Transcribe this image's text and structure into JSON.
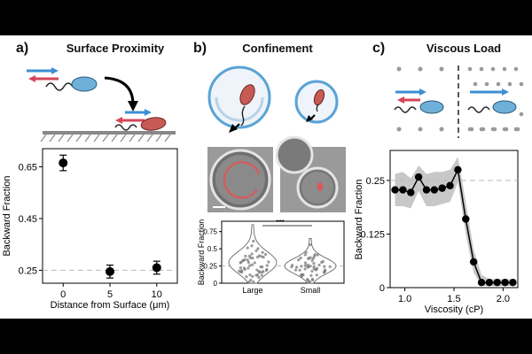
{
  "panels": {
    "a": {
      "letter": "a)",
      "title": "Surface Proximity"
    },
    "b": {
      "letter": "b)",
      "title": "Confinement"
    },
    "c": {
      "letter": "c)",
      "title": "Viscous Load"
    }
  },
  "colors": {
    "forward_arrow": "#3b8fd4",
    "backward_arrow": "#d6455a",
    "cell_blue": "#6fb0d8",
    "cell_red": "#c75a55",
    "droplet_ring": "#5aa3d6",
    "band_gray": "#c8c8c8",
    "violin_points": "#7a7a7a"
  },
  "chart_data": [
    {
      "type": "scatter",
      "panel": "a",
      "x": [
        0,
        5,
        10
      ],
      "y": [
        0.665,
        0.245,
        0.26
      ],
      "yerr": [
        0.03,
        0.025,
        0.025
      ],
      "xlabel": "Distance from Surface (μm)",
      "ylabel": "Backward Fraction",
      "xticks": [
        "0",
        "5",
        "10"
      ],
      "yticks": [
        "0.25",
        "0.45",
        "0.65"
      ],
      "xlim": [
        -2.2,
        12.2
      ],
      "ylim": [
        0.2,
        0.72
      ],
      "reference_line": 0.25
    },
    {
      "type": "violin",
      "panel": "b",
      "categories": [
        "Large",
        "Small"
      ],
      "medians": [
        0.3,
        0.25
      ],
      "ylabel": "Backward Fraction",
      "yticks": [
        "0",
        "0.25",
        "0.5",
        "0.75"
      ],
      "ylim": [
        0,
        0.9
      ],
      "significance": "***",
      "reference_line": 0.25
    },
    {
      "type": "line",
      "panel": "c",
      "x": [
        0.9,
        0.98,
        1.06,
        1.14,
        1.22,
        1.3,
        1.38,
        1.46,
        1.54,
        1.62,
        1.7,
        1.78,
        1.86,
        1.94,
        2.02,
        2.1
      ],
      "y": [
        0.228,
        0.228,
        0.222,
        0.258,
        0.228,
        0.228,
        0.232,
        0.238,
        0.275,
        0.16,
        0.06,
        0.012,
        0.012,
        0.012,
        0.012,
        0.012
      ],
      "band_upper": [
        0.265,
        0.27,
        0.255,
        0.285,
        0.265,
        0.27,
        0.27,
        0.275,
        0.305,
        0.2,
        0.09,
        0.03,
        0.02,
        0.02,
        0.02,
        0.02
      ],
      "band_lower": [
        0.19,
        0.19,
        0.185,
        0.225,
        0.19,
        0.19,
        0.195,
        0.2,
        0.245,
        0.125,
        0.035,
        0.004,
        0.004,
        0.004,
        0.004,
        0.004
      ],
      "xlabel": "Viscosity (cP)",
      "ylabel": "Backward Fraction",
      "xticks": [
        "1.0",
        "1.5",
        "2.0"
      ],
      "yticks": [
        "0",
        "0.125",
        "0.25"
      ],
      "xlim": [
        0.85,
        2.15
      ],
      "ylim": [
        0,
        0.32
      ],
      "reference_line": 0.25
    }
  ]
}
